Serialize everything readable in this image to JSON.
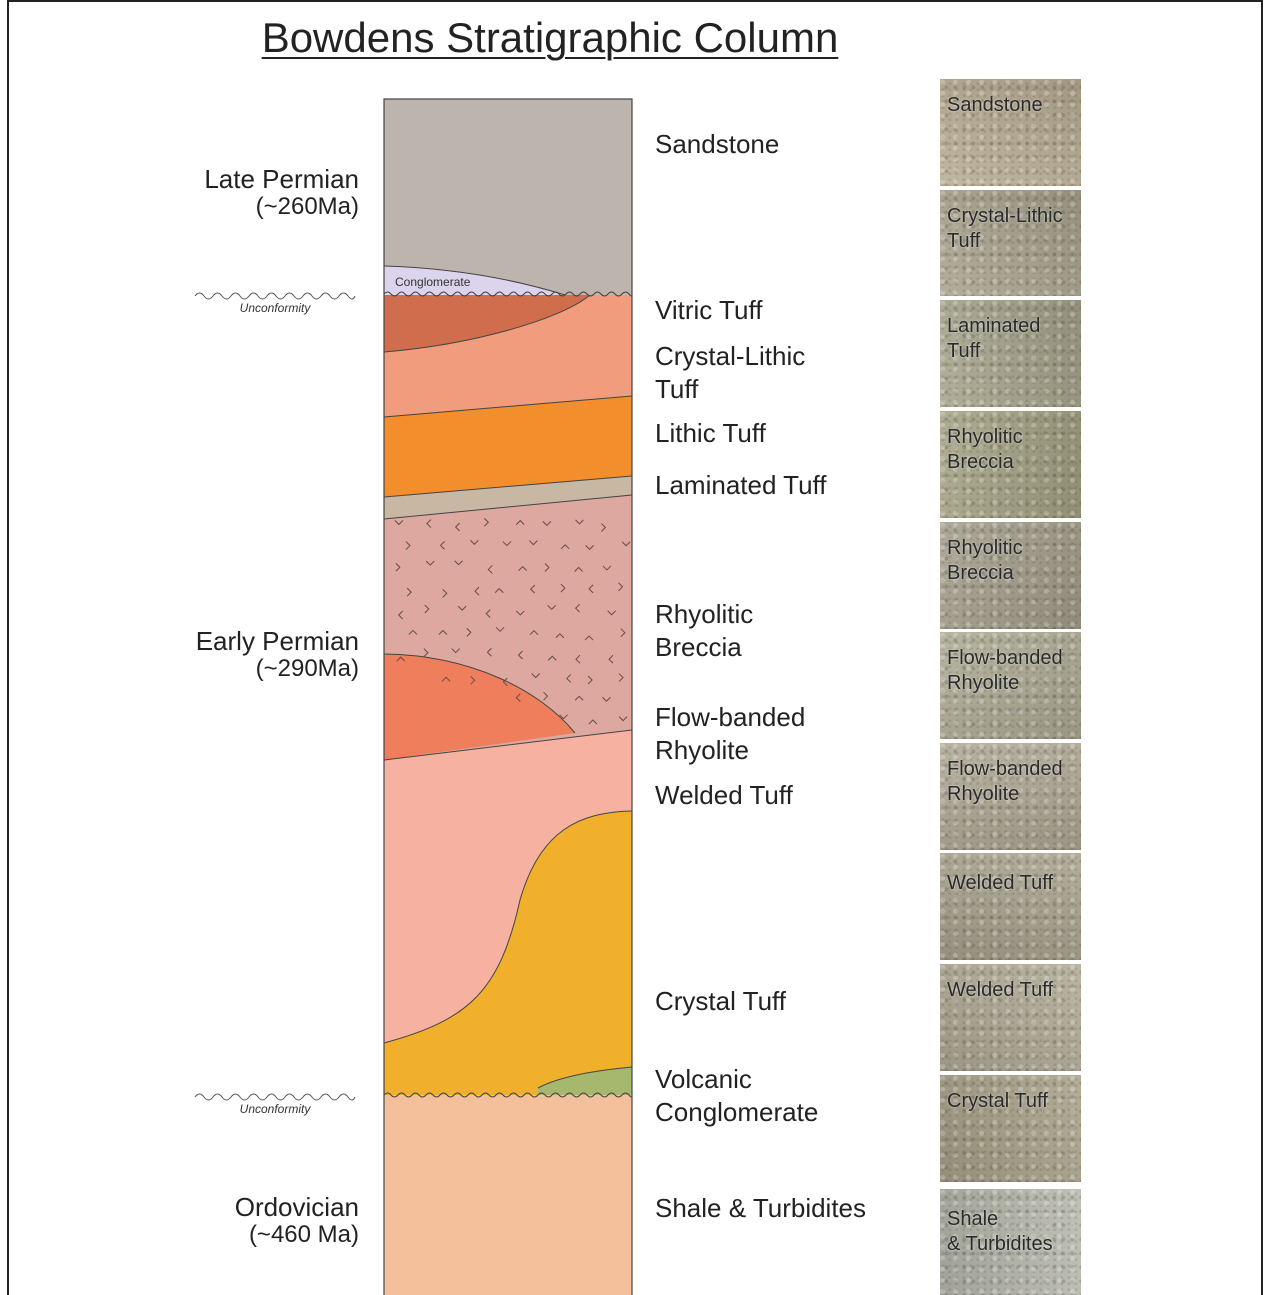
{
  "title": "Bowdens Stratigraphic Column",
  "ages": [
    {
      "period": "Late Permian",
      "age": "(~260Ma)"
    },
    {
      "period": "Early Permian",
      "age": "(~290Ma)"
    },
    {
      "period": "Ordovician",
      "age": "(~460 Ma)"
    }
  ],
  "unconformity_label": "Unconformity",
  "column": {
    "conglomerate_label": "Conglomerate",
    "colors": {
      "sandstone": "#bdb4ae",
      "conglomerate": "#dcd4ec",
      "vitric_tuff": "#d06d4c",
      "crystal_lithic_tuff": "#f19c7c",
      "lithic_tuff": "#f28e2b",
      "laminated_tuff": "#c7b7a3",
      "rhyolitic_breccia": "#dca8a0",
      "flow_banded_rhyolite": "#ef7e5c",
      "welded_tuff": "#f7b1a0",
      "crystal_tuff": "#f0b02b",
      "volcanic_conglomerate": "#a5b86d",
      "shale_turbidites": "#f4c09c"
    }
  },
  "layer_labels": [
    {
      "line1": "Sandstone",
      "line2": ""
    },
    {
      "line1": "Vitric Tuff",
      "line2": ""
    },
    {
      "line1": "Crystal-Lithic",
      "line2": "Tuff"
    },
    {
      "line1": "Lithic Tuff",
      "line2": ""
    },
    {
      "line1": "Laminated Tuff",
      "line2": ""
    },
    {
      "line1": "Rhyolitic",
      "line2": "Breccia"
    },
    {
      "line1": "Flow-banded",
      "line2": "Rhyolite"
    },
    {
      "line1": "Welded Tuff",
      "line2": ""
    },
    {
      "line1": "Crystal Tuff",
      "line2": ""
    },
    {
      "line1": "Volcanic",
      "line2": "Conglomerate"
    },
    {
      "line1": "Shale & Turbidites",
      "line2": ""
    }
  ],
  "photos": [
    {
      "line1": "Sandstone",
      "line2": "",
      "tone": "#b9ad94"
    },
    {
      "line1": "Crystal-Lithic",
      "line2": "Tuff",
      "tone": "#a9a48e"
    },
    {
      "line1": "Laminated",
      "line2": "Tuff",
      "tone": "#a6a48c"
    },
    {
      "line1": "Rhyolitic",
      "line2": "Breccia",
      "tone": "#a4a284"
    },
    {
      "line1": "Rhyolitic",
      "line2": "Breccia",
      "tone": "#a49e8b"
    },
    {
      "line1": "Flow-banded",
      "line2": "Rhyolite",
      "tone": "#aeab94"
    },
    {
      "line1": "Flow-banded",
      "line2": "Rhyolite",
      "tone": "#b0a996"
    },
    {
      "line1": "Welded Tuff",
      "line2": "",
      "tone": "#a9a48f"
    },
    {
      "line1": "Welded Tuff",
      "line2": "",
      "tone": "#b1ab96"
    },
    {
      "line1": "Crystal Tuff",
      "line2": "",
      "tone": "#a9a28a"
    },
    {
      "line1": "Shale",
      "line2": "& Turbidites",
      "tone": "#b7b8ac"
    }
  ]
}
